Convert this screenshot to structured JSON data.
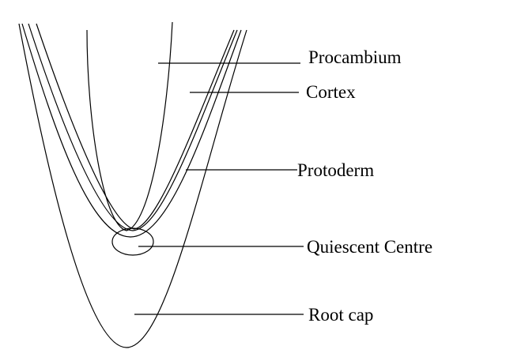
{
  "colors": {
    "stroke": "#000000",
    "background": "#ffffff"
  },
  "labels": {
    "procambium": "Procambium",
    "cortex": "Cortex",
    "protoderm": "Protoderm",
    "quiescent_centre": "Quiescent Centre",
    "root_cap": "Root cap"
  }
}
